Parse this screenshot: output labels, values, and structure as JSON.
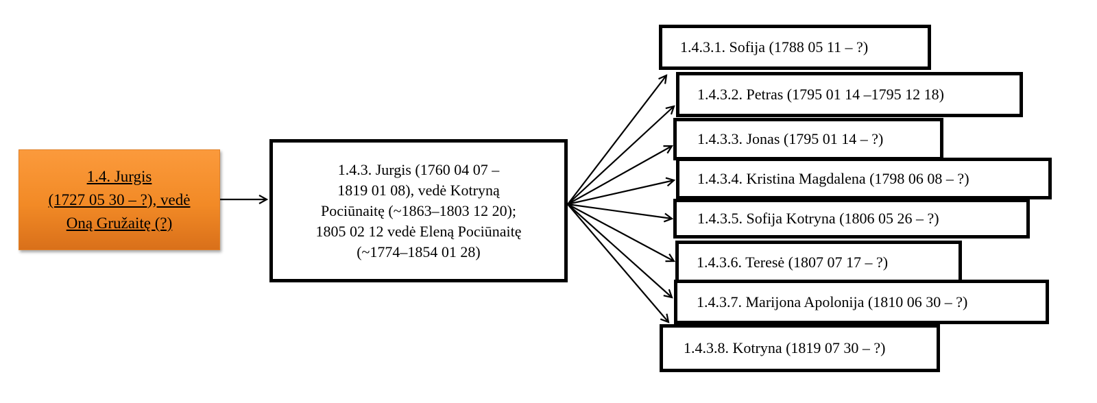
{
  "diagram": {
    "root": {
      "label": "1.4. Jurgis\n(1727 05 30 – ?), vedė\nOną Gružaitę (?)",
      "fill": "#f28a26"
    },
    "parent": {
      "label": "1.4.3. Jurgis (1760 04 07 –\n1819 01 08), vedė Kotryną\nPociūnaitę (~1863–1803 12 20);\n1805 02 12  vedė Eleną Pociūnaitę\n(~1774–1854 01 28)"
    },
    "children": [
      {
        "label": "1.4.3.1. Sofija (1788 05 11 – ?)"
      },
      {
        "label": "1.4.3.2. Petras (1795 01 14 –1795 12 18)"
      },
      {
        "label": "1.4.3.3. Jonas (1795 01 14 – ?)"
      },
      {
        "label": "1.4.3.4. Kristina Magdalena (1798 06 08 – ?)"
      },
      {
        "label": "1.4.3.5. Sofija Kotryna (1806 05 26 – ?)"
      },
      {
        "label": "1.4.3.6. Teresė (1807 07 17 – ?)"
      },
      {
        "label": "1.4.3.7. Marijona Apolonija (1810 06 30 – ?)"
      },
      {
        "label": "1.4.3.8. Kotryna (1819 07 30 – ?)"
      }
    ]
  }
}
